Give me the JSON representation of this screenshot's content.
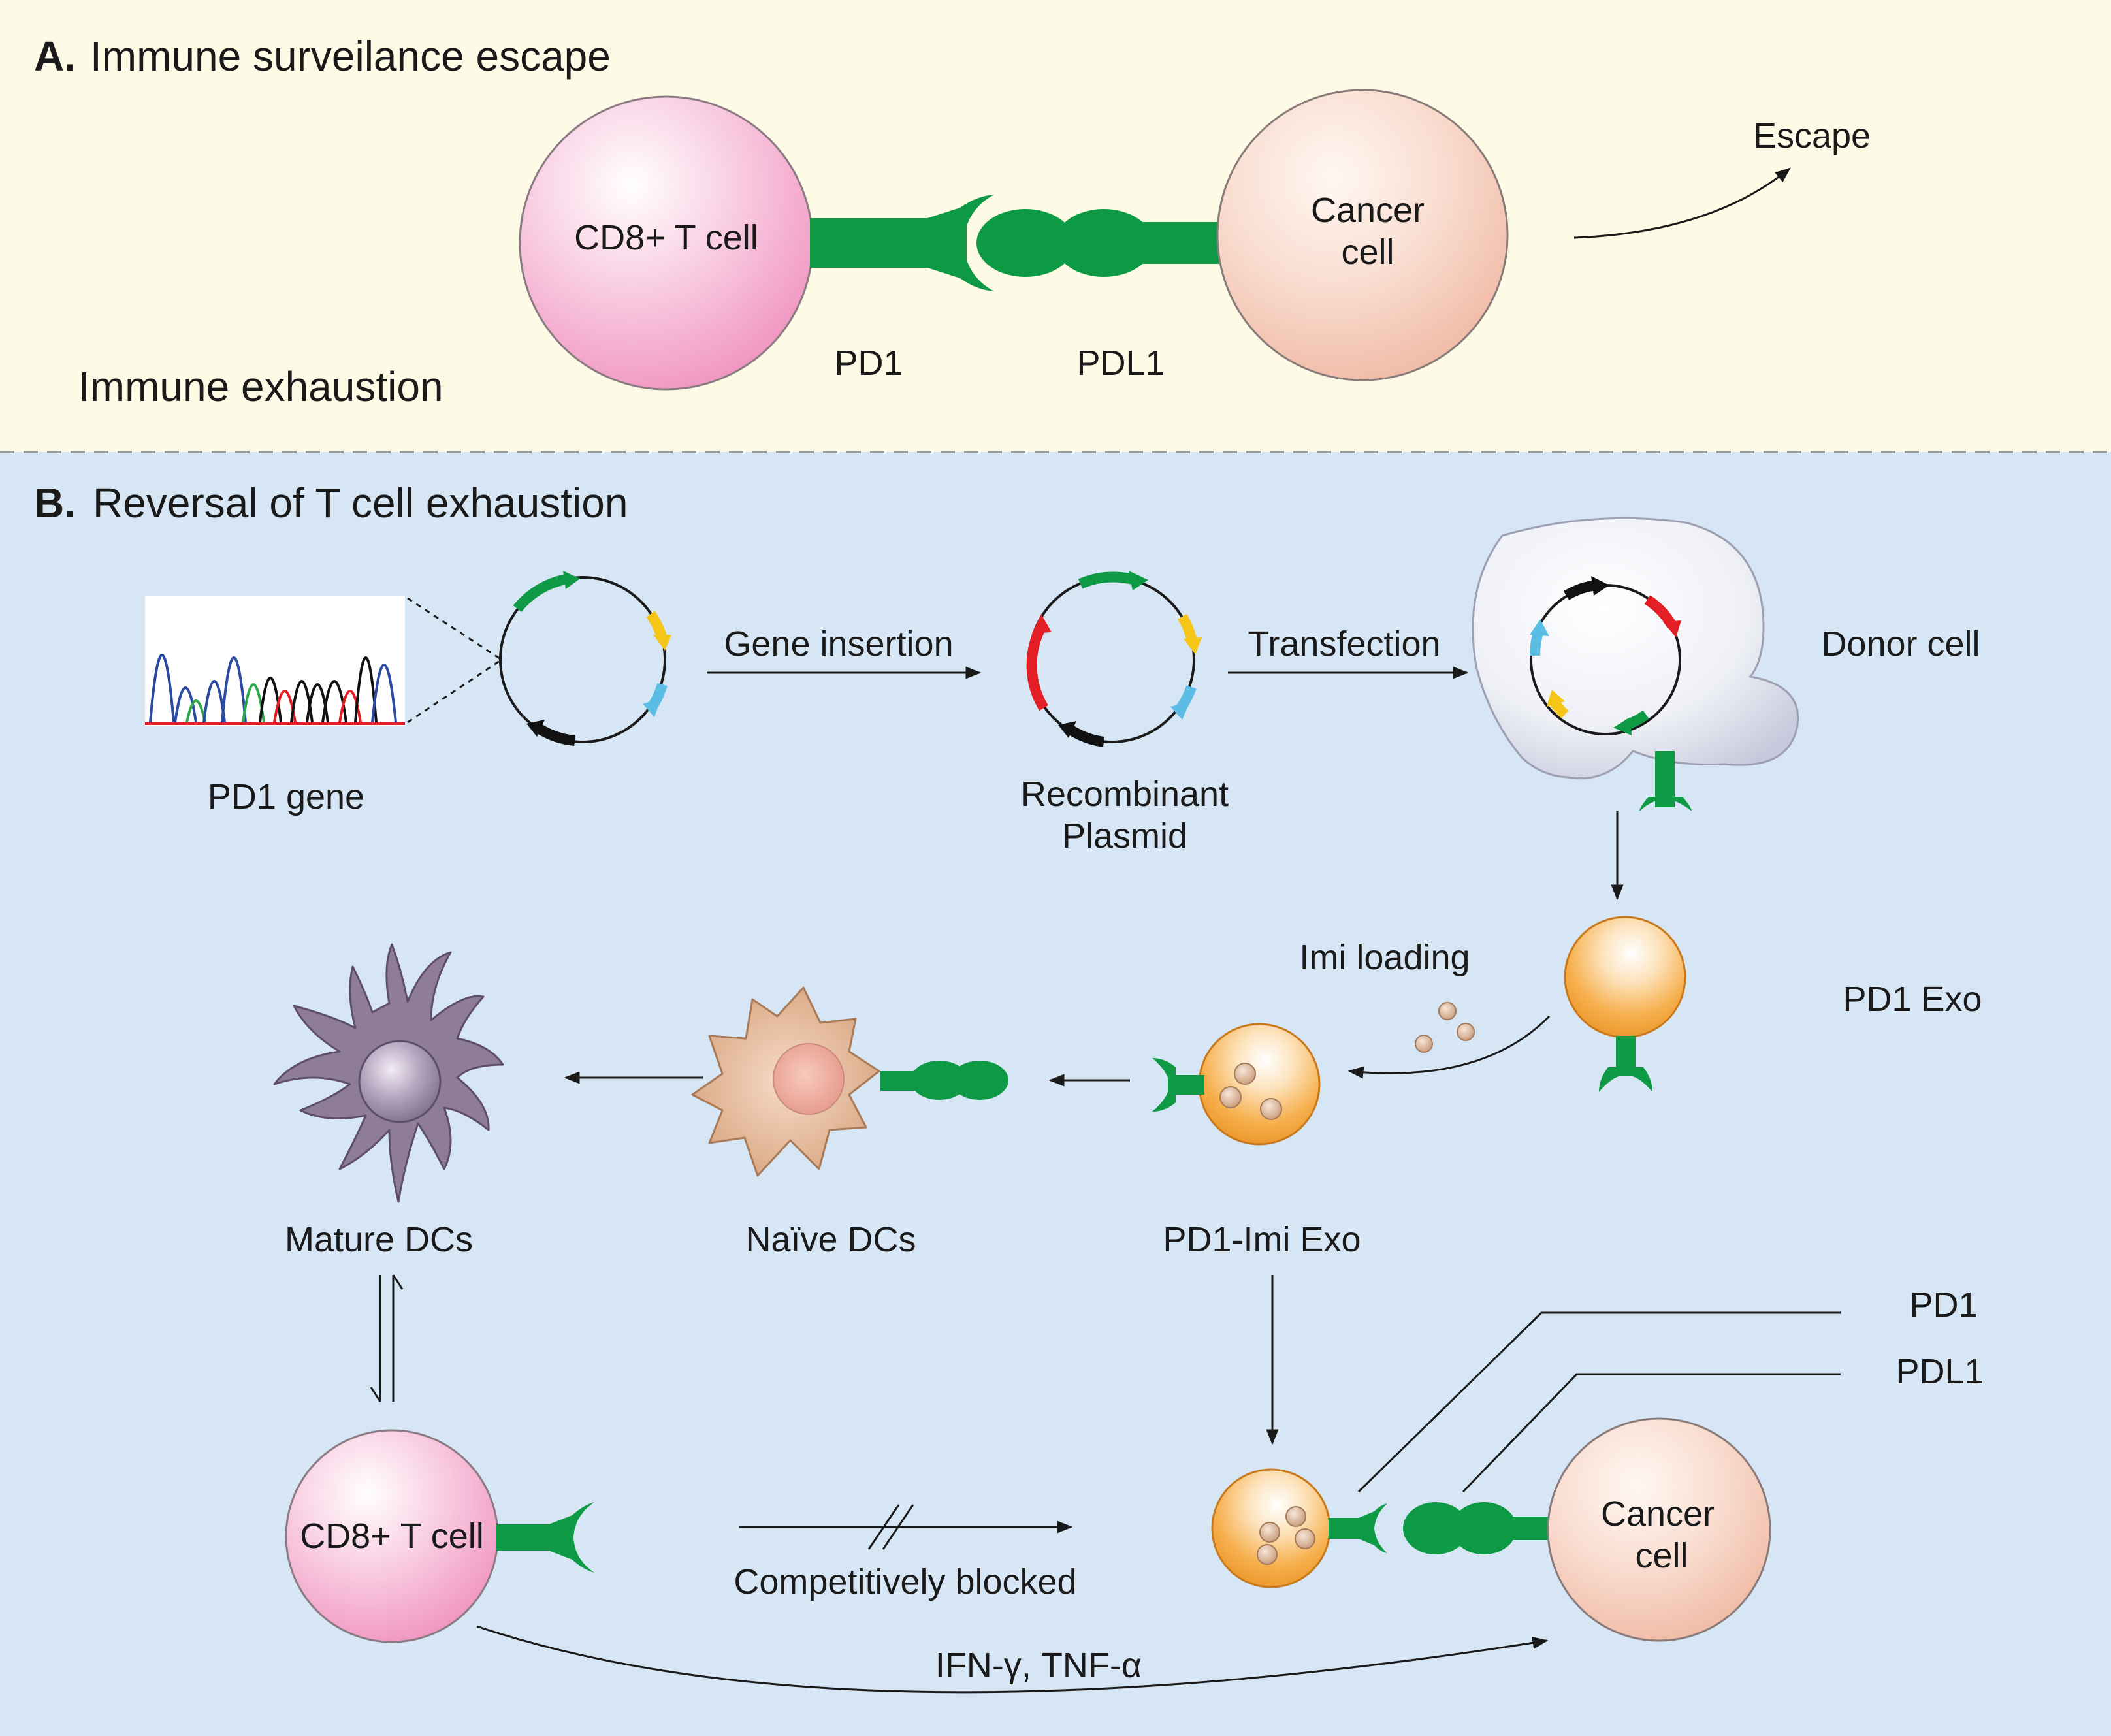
{
  "sections": {
    "a": {
      "letter": "A.",
      "title": "Immune surveilance escape",
      "cd8_label": "CD8+ T cell",
      "cancer_label_1": "Cancer",
      "cancer_label_2": "cell",
      "pd1_label": "PD1",
      "pdl1_label": "PDL1",
      "escape_label": "Escape",
      "exhaustion_label": "Immune exhaustion"
    },
    "b": {
      "letter": "B.",
      "title": "Reversal of T cell exhaustion",
      "pd1_gene_label": "PD1 gene",
      "gene_insertion_label": "Gene insertion",
      "recombinant_label_1": "Recombinant",
      "recombinant_label_2": "Plasmid",
      "transfection_label": "Transfection",
      "donor_cell_label": "Donor cell",
      "imi_loading_label": "Imi loading",
      "pd1_exo_label": "PD1 Exo",
      "mature_dcs_label": "Mature DCs",
      "naive_dcs_label": "Naïve DCs",
      "pd1_imi_exo_label": "PD1-Imi Exo",
      "cd8_label": "CD8+ T cell",
      "competitively_blocked_label": "Competitively blocked",
      "cancer_label_1": "Cancer",
      "cancer_label_2": "cell",
      "pd1_callout_label": "PD1",
      "pdl1_callout_label": "PDL1",
      "cytokines_label": "IFN-γ, TNF-α"
    }
  },
  "colors": {
    "panel_a_bg": "#fdfae6",
    "panel_b_bg": "#d7e6f4",
    "receptor_green": "#0e9a45",
    "plasmid_green": "#0e9a45",
    "plasmid_yellow": "#f5c518",
    "plasmid_blue": "#5bbce4",
    "plasmid_black": "#111111",
    "plasmid_red": "#e31e24",
    "tcell_pink": "#f4a8cc",
    "cancer_peach": "#f5c7b5",
    "exosome_orange": "#f3a035",
    "dc_mature_purple": "#8e7c98",
    "dc_naive_tan": "#d9a07a",
    "donor_cell_gray": "#e6e6ee"
  }
}
